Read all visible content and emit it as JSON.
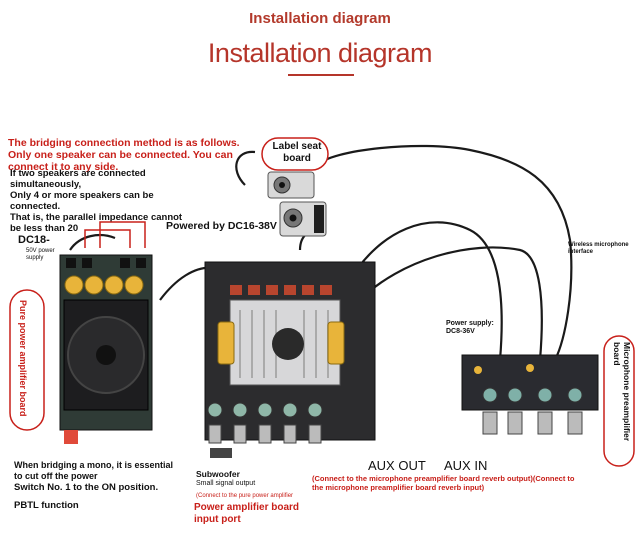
{
  "header": {
    "title_small": "Installation diagram",
    "title_big": "Installation diagram"
  },
  "left": {
    "bridge_note": "The bridging connection method is as follows. Only one speaker can be connected. You can connect it to any side.",
    "para_1": "If two speakers are connected simultaneously,",
    "para_2": "Only 4 or more speakers can be connected.",
    "para_3": "That is, the parallel impedance cannot be less than 20",
    "dc_label": "DC18-",
    "dc_sub": "50V power supply",
    "pure_board_label": "Pure power amplifier board",
    "mono_note": "When bridging a mono, it is essential to cut off the power",
    "switch_note": "Switch No. 1 to the ON position.",
    "pbtl": "PBTL function"
  },
  "center": {
    "label_seat": "Label seat board",
    "powered_by": "Powered by DC16-38V",
    "subwoofer": "Subwoofer",
    "small_signal": "Small signal output",
    "connect_pure": "(Connect to the pure power amplifier",
    "pa_input": "Power amplifier board input port"
  },
  "right": {
    "wireless_mic": "Wireless microphone interface",
    "power_supply": "Power supply: DC8-36V",
    "mic_board_label": "Microphone preamplifier board",
    "aux_out": "AUX OUT",
    "aux_in": "AUX IN",
    "aux_note": "(Connect to the microphone preamplifier board reverb output)(Connect to the microphone preamplifier board reverb input)"
  },
  "colors": {
    "accent_red": "#c8201a",
    "title_red": "#b5352a",
    "board_dark": "#2c2c2e",
    "cap_yellow": "#e8b43a",
    "cable": "#1a1a1a"
  }
}
